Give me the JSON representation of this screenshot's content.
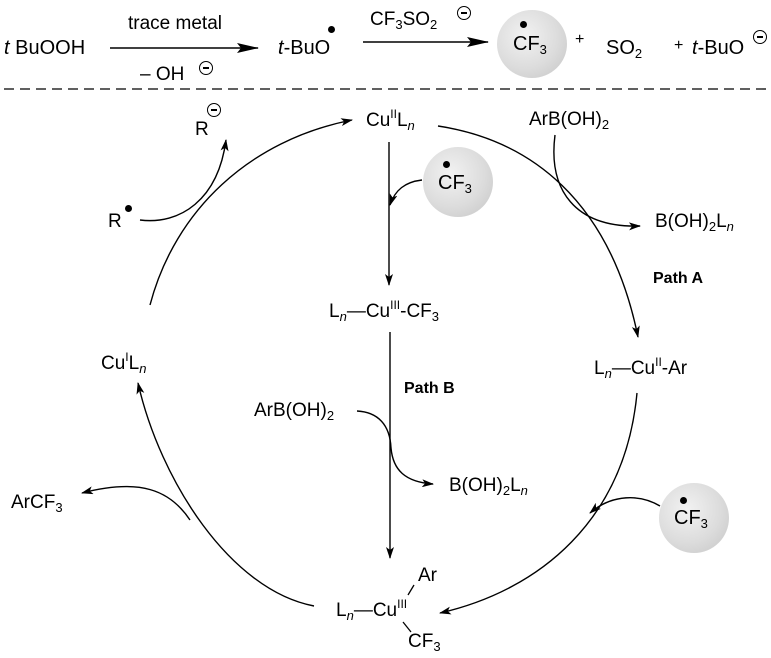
{
  "top_reaction": {
    "start": {
      "prefix": "t",
      "name": "BuOOH"
    },
    "arrow1": {
      "above": "trace metal",
      "below": "– OH"
    },
    "intermediate": {
      "prefix": "t",
      "name": "-BuO"
    },
    "arrow2": {
      "above_main": "CF",
      "above_sub1": "3",
      "above_mid": "SO",
      "above_sub2": "2"
    },
    "product_radical": {
      "main": "CF",
      "sub": "3"
    },
    "plus1": "+",
    "byproduct1": {
      "main": "SO",
      "sub": "2"
    },
    "plus2": "+",
    "byproduct2": {
      "prefix": "t",
      "name": "-BuO"
    }
  },
  "cycle": {
    "cu2": {
      "main": "Cu",
      "sup": "II",
      "l": "L",
      "n": "n"
    },
    "cu3cf3": {
      "l": "L",
      "n": "n",
      "bond": "—",
      "cu": "Cu",
      "sup": "III",
      "rest": "-CF",
      "sub": "3"
    },
    "cu2ar": {
      "l": "L",
      "n": "n",
      "bond": "—",
      "cu": "Cu",
      "sup": "II",
      "rest": "-Ar"
    },
    "cu1": {
      "main": "Cu",
      "sup": "I",
      "l": "L",
      "n": "n"
    },
    "cu3_final": {
      "l": "L",
      "n": "n",
      "bond": "—",
      "cu": "Cu",
      "sup": "III",
      "ar": "Ar",
      "cf": "CF",
      "cf_sub": "3"
    },
    "r_radical": "R",
    "r_anion": "R",
    "arb_a": {
      "main": "ArB(OH)",
      "sub": "2"
    },
    "boh_a": {
      "main": "B(OH)",
      "sub": "2",
      "l": "L",
      "n": "n"
    },
    "arb_b": {
      "main": "ArB(OH)",
      "sub": "2"
    },
    "boh_b": {
      "main": "B(OH)",
      "sub": "2",
      "l": "L",
      "n": "n"
    },
    "arcf3": {
      "main": "ArCF",
      "sub": "3"
    },
    "path_a": "Path A",
    "path_b": "Path B",
    "radical_cf3": {
      "main": "CF",
      "sub": "3"
    }
  },
  "colors": {
    "line": "#000000",
    "sphere": "#d4d4d4",
    "divider": "#000000"
  }
}
